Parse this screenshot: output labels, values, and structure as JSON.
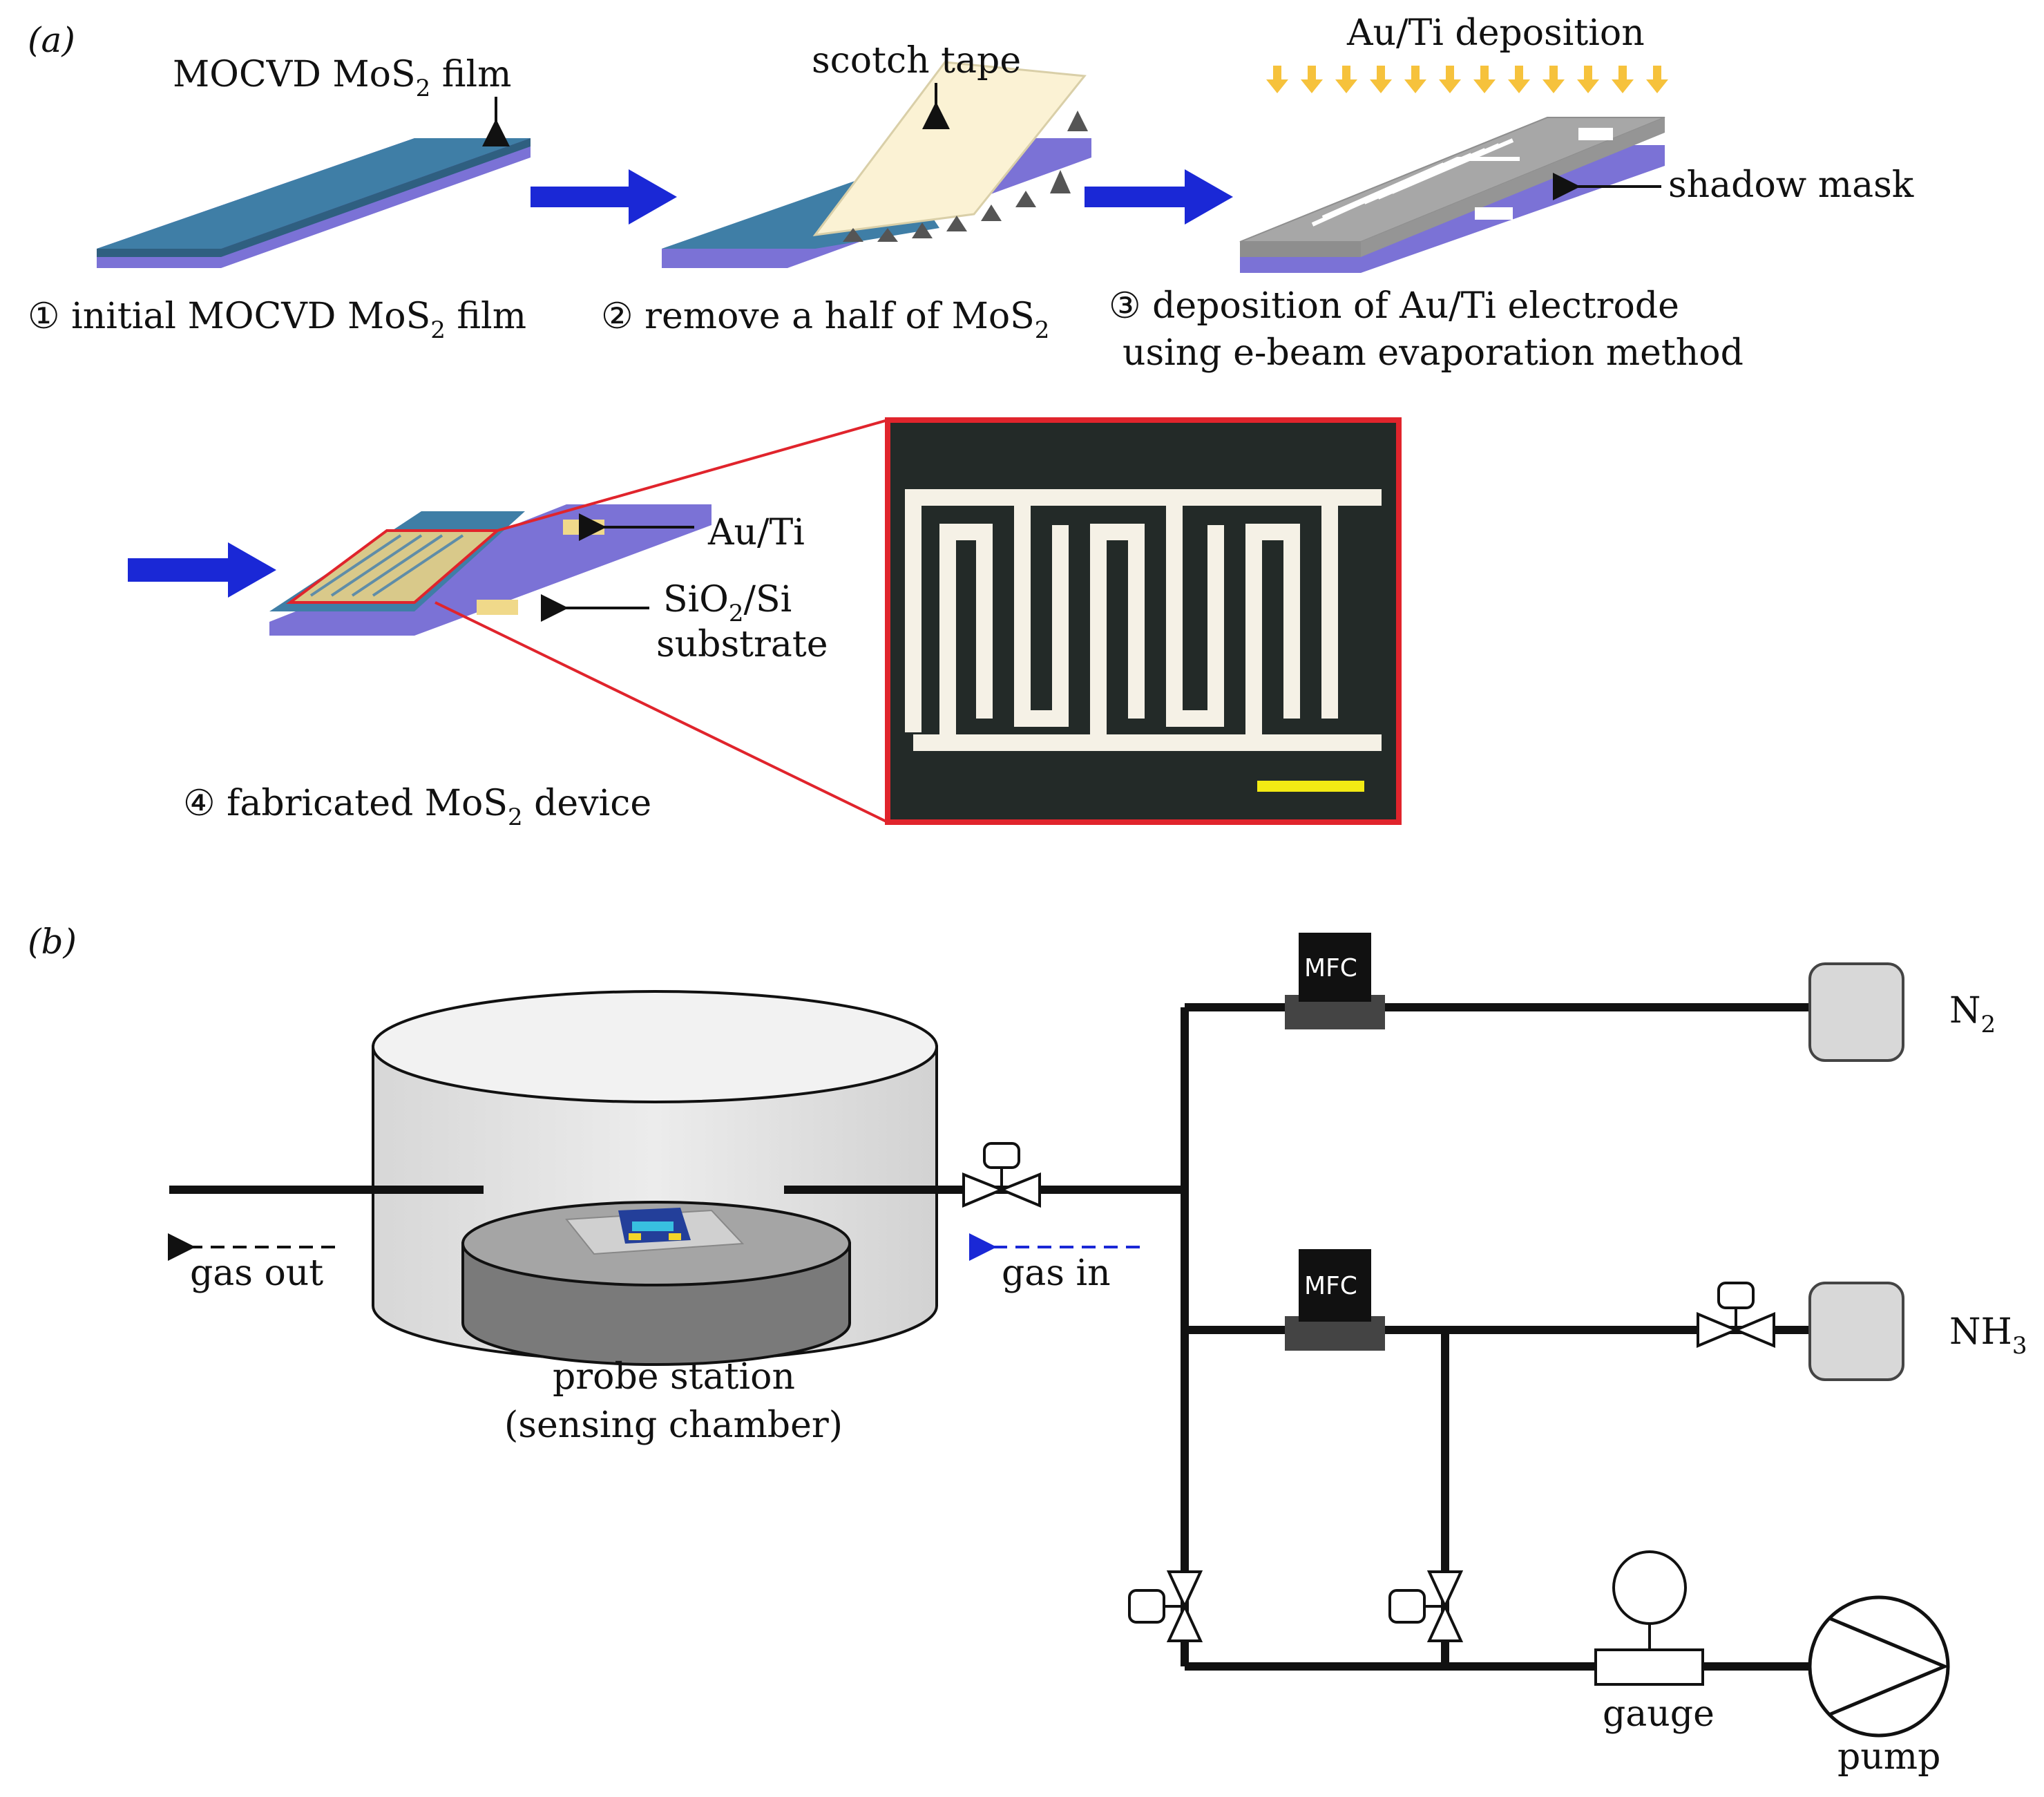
{
  "panel_a": {
    "label": "(a)",
    "film_label": "MOCVD MoS",
    "film_label_sub": "2",
    "film_label_tail": " film",
    "tape_label": "scotch tape",
    "deposition_label": "Au/Ti deposition",
    "mask_label": "shadow mask",
    "steps": [
      {
        "text": "① initial MOCVD MoS",
        "sub": "2",
        "tail": " film"
      },
      {
        "text": "② remove a half of MoS",
        "sub": "2",
        "tail": ""
      },
      {
        "text": "③ deposition of Au/Ti electrode",
        "sub": "",
        "tail": ""
      },
      {
        "text": "④ fabricated MoS",
        "sub": "2",
        "tail": " device"
      }
    ],
    "step3_line2": "using e-beam evaporation method",
    "auti_label": "Au/Ti",
    "substrate_label_a": "SiO",
    "substrate_label_sub": "2",
    "substrate_label_b": "/Si",
    "substrate_label_c": "substrate"
  },
  "panel_b": {
    "label": "(b)",
    "gas_out": "gas out",
    "gas_in": "gas in",
    "chamber_line1": "probe station",
    "chamber_line2": "(sensing chamber)",
    "mfc_label": "MFC",
    "n2_label": "N",
    "n2_sub": "2",
    "nh3_label": "NH",
    "nh3_sub": "3",
    "gauge_label": "gauge",
    "pump_label": "pump"
  },
  "colors": {
    "film": "#3f7ea6",
    "substrate": "#7b72d6",
    "tape": "#fbf2d4",
    "mask": "#a7a7a7",
    "arrow": "#1a28d6",
    "deposit_arrow": "#f6c23c",
    "zoom_border": "#e0242c",
    "scale_bar": "#f2ea14"
  }
}
